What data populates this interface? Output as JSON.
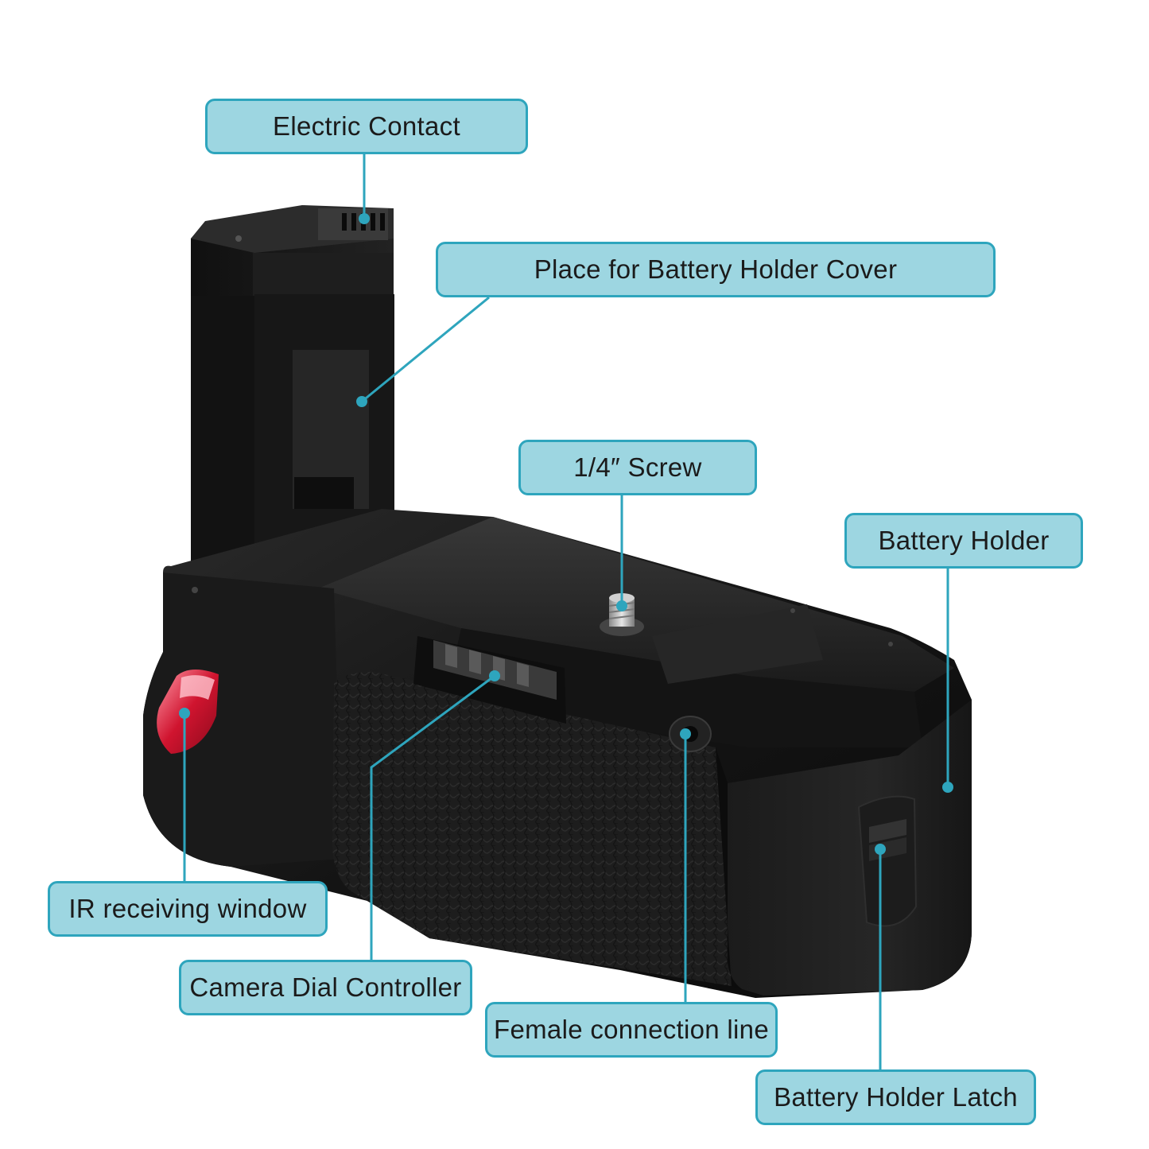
{
  "callouts": {
    "electric_contact": "Electric Contact",
    "battery_cover": "Place for Battery Holder Cover",
    "screw": "1/4″ Screw",
    "battery_holder": "Battery Holder",
    "ir_window": "IR receiving window",
    "dial_controller": "Camera Dial Controller",
    "female_line": "Female connection line",
    "holder_latch": "Battery Holder Latch"
  },
  "colors": {
    "callout_fill": "#9dd6e1",
    "callout_border": "#2ea5bd",
    "leader_line": "#2ea5bd",
    "grip_body": "#151515",
    "ir_window": "#c8102e"
  }
}
